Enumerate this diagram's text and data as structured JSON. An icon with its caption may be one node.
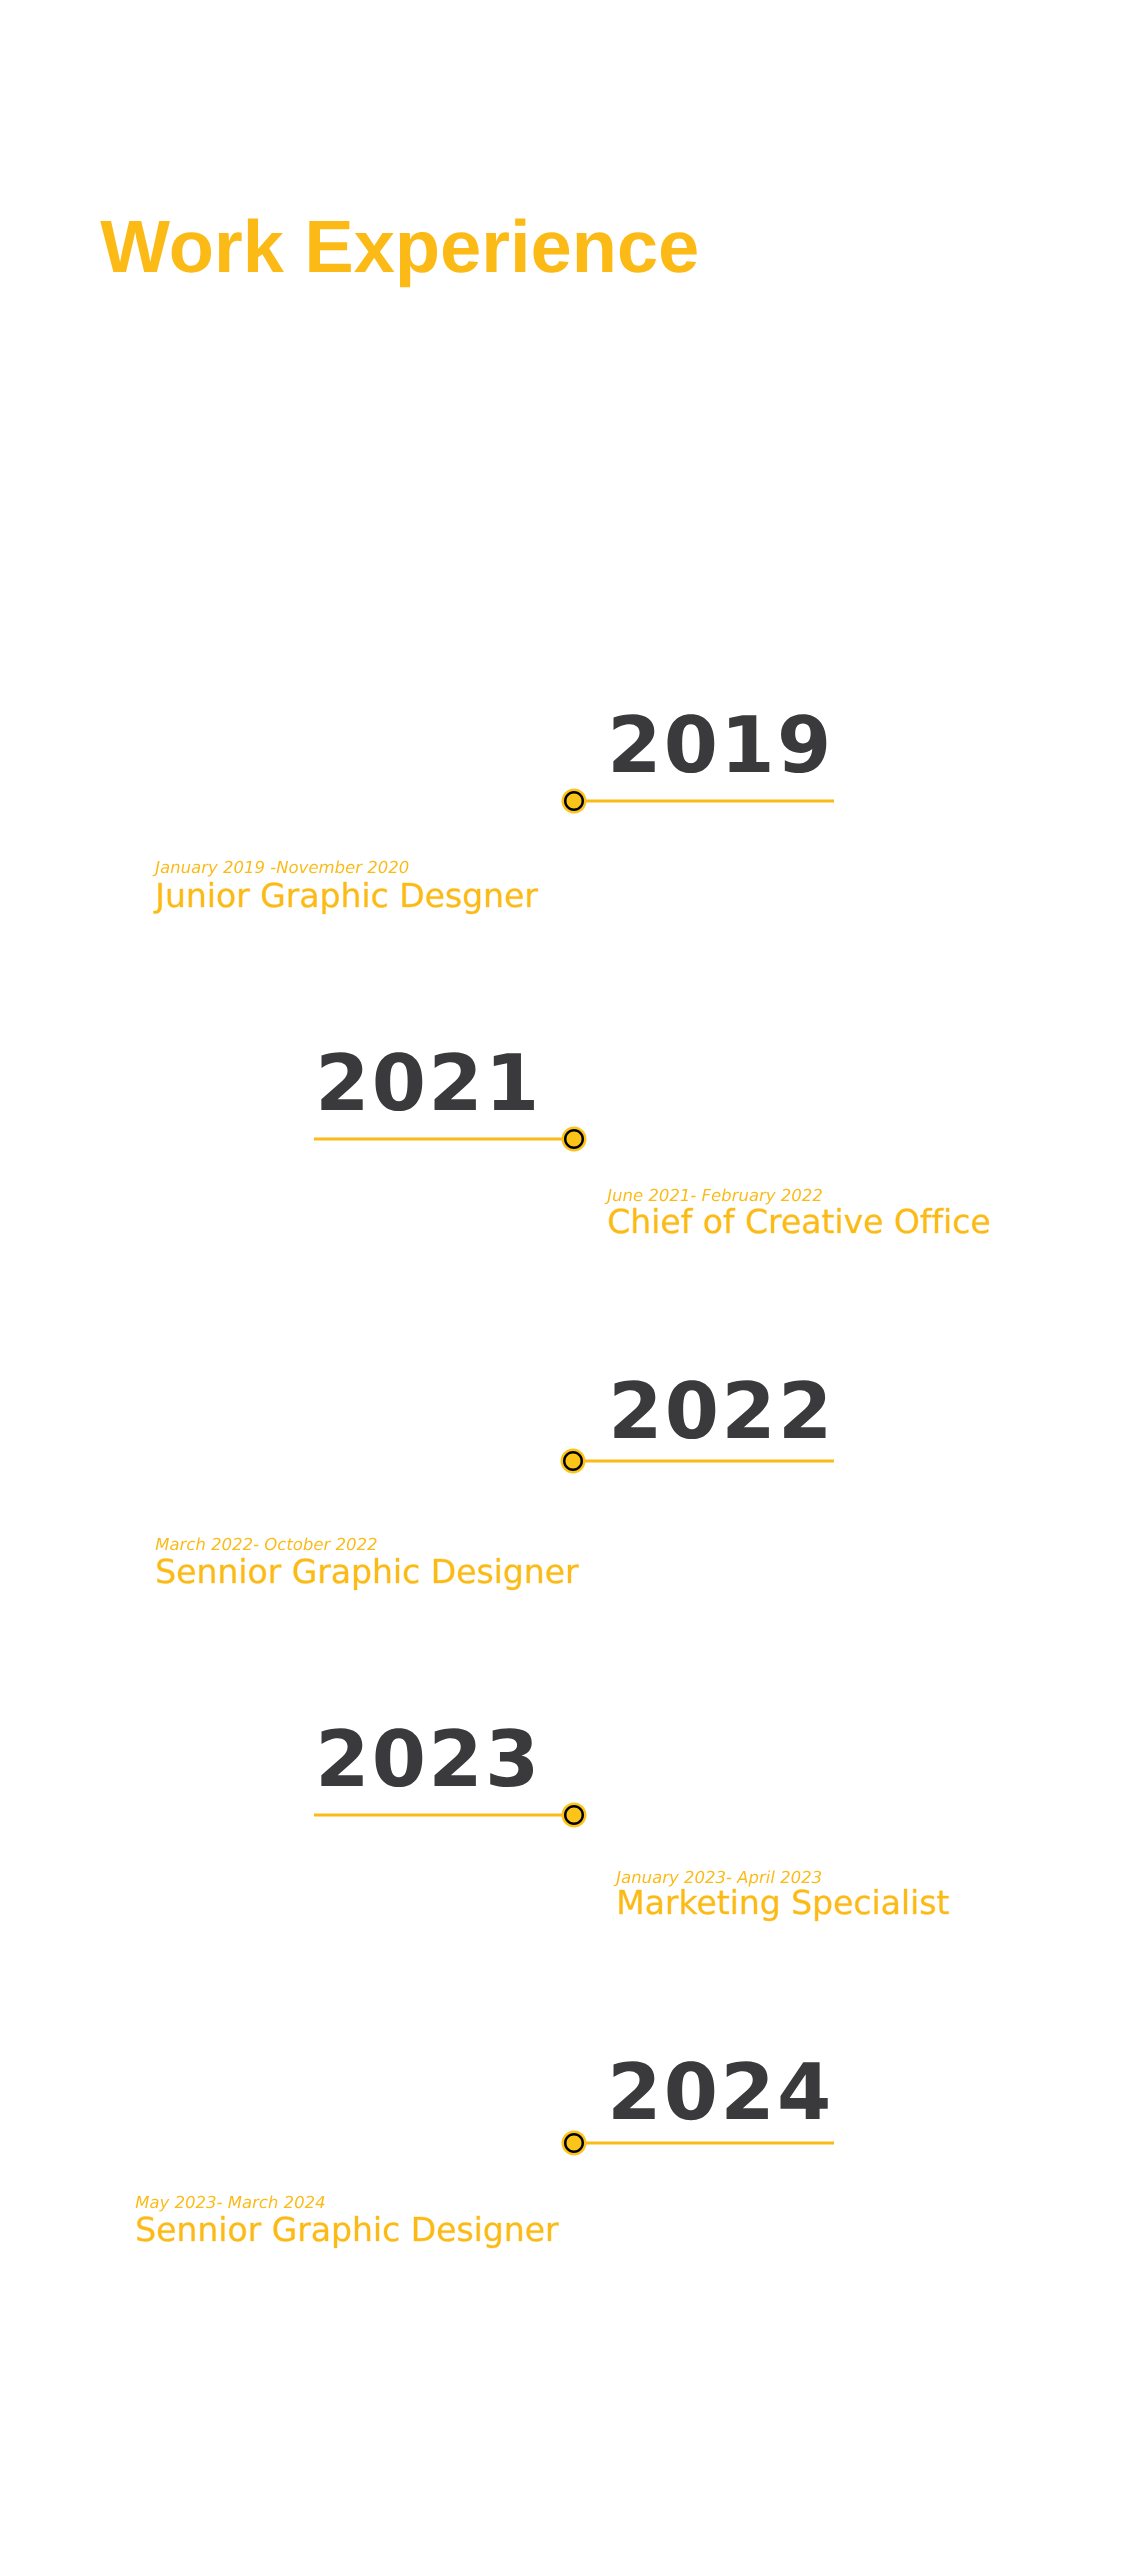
{
  "diagram": {
    "title": "Work Experience",
    "labels": [
      "2019",
      "January 2019 -November 2020",
      "Junior Graphic Desgner",
      "2021",
      "June 2021- February 2022",
      "Chief of Creative Office",
      "2022",
      "March 2022- October 2022",
      "Sennior Graphic Designer",
      "2023",
      "January 2023- April 2023",
      "Marketing Specialist",
      "2024",
      "May 2023- March 2024",
      "Sennior Graphic Designer"
    ]
  }
}
